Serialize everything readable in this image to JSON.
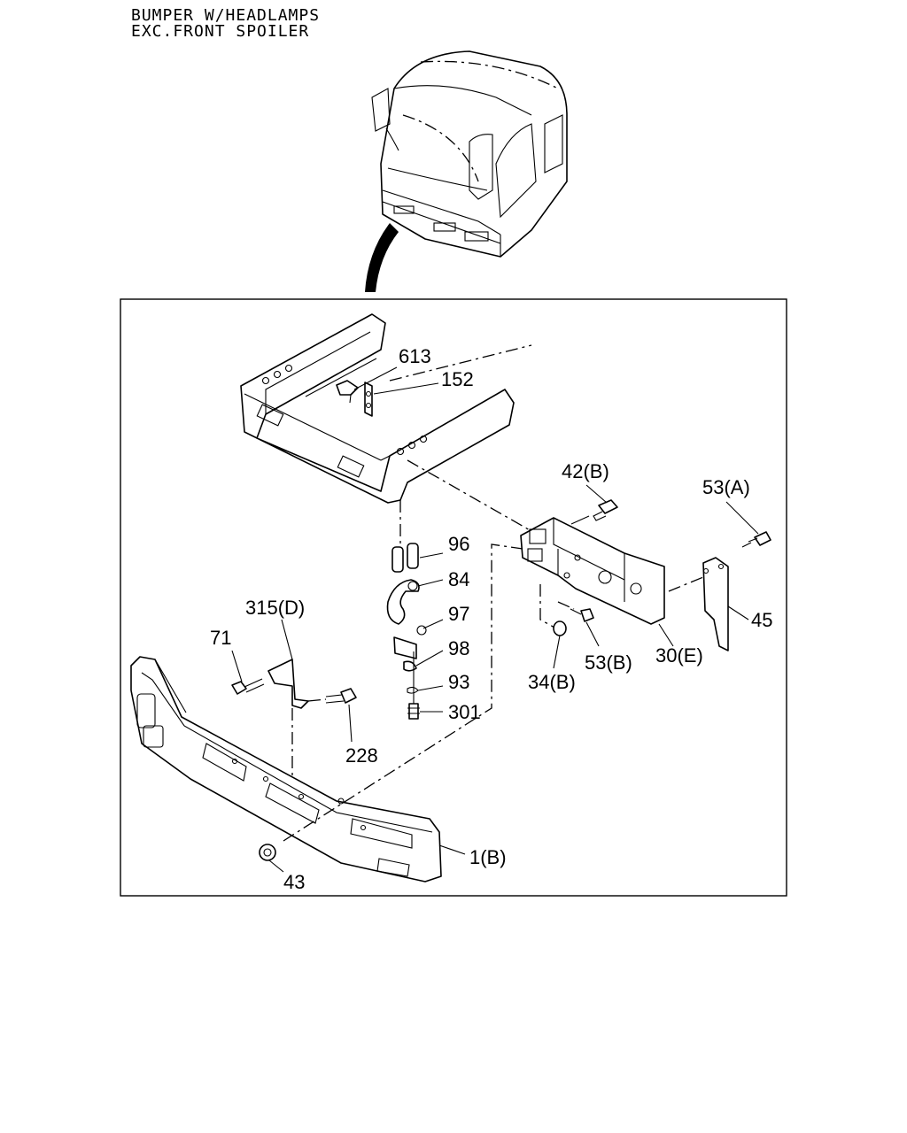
{
  "header": {
    "line1": "BUMPER W/HEADLAMPS",
    "line2": "EXC.FRONT SPOILER"
  },
  "callouts": {
    "c613": "613",
    "c152": "152",
    "c42b": "42(B)",
    "c53a": "53(A)",
    "c96": "96",
    "c84": "84",
    "c97": "97",
    "c98": "98",
    "c93": "93",
    "c301": "301",
    "c315d": "315(D)",
    "c71": "71",
    "c228": "228",
    "c45": "45",
    "c53b": "53(B)",
    "c30e": "30(E)",
    "c34b": "34(B)",
    "c1b": "1(B)",
    "c43": "43"
  }
}
